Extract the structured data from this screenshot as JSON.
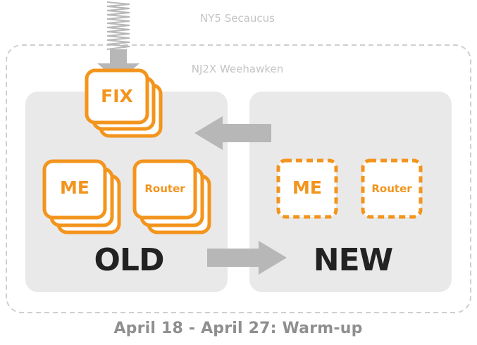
{
  "outer_site": {
    "label": "NY5 Secaucus"
  },
  "inner_site": {
    "label": "NJ2X Weehawken"
  },
  "old_zone": {
    "label": "OLD",
    "boxes": {
      "fix": "FIX",
      "me": "ME",
      "router": "Router"
    }
  },
  "new_zone": {
    "label": "NEW",
    "boxes": {
      "me": "ME",
      "router": "Router"
    }
  },
  "caption": "April 18 - April 27:  Warm-up",
  "colors": {
    "accent": "#f3941d",
    "panel": "#e9e9e9",
    "arrow": "#b7b7b7",
    "dashed_border": "#cfcfcf",
    "text_dark": "#222222"
  }
}
